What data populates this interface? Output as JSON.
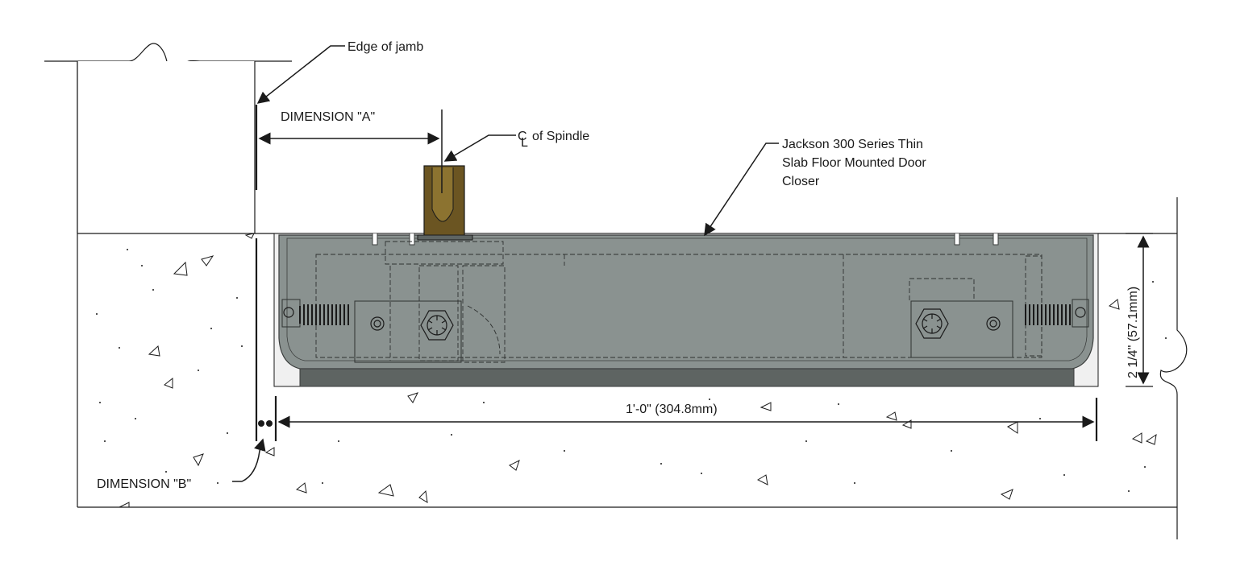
{
  "labels": {
    "edge_of_jamb": "Edge of jamb",
    "dimension_a": "DIMENSION \"A\"",
    "cl_symbol": "C",
    "cl_subscript": "L",
    "of_spindle": "of Spindle",
    "product_line1": "Jackson 300 Series Thin",
    "product_line2": "Slab Floor Mounted Door",
    "product_line3": "Closer",
    "length_dim": "1'-0\" (304.8mm)",
    "height_dim": "2 1/4\" (57.1mm)",
    "dimension_b": "DIMENSION \"B\""
  },
  "colors": {
    "line": "#1a1a1a",
    "concrete": "#f4f4f4",
    "closer_body": "#8a9290",
    "closer_dark": "#5e6462",
    "spindle": "#6b5522",
    "spindle_light": "#8c7330"
  }
}
